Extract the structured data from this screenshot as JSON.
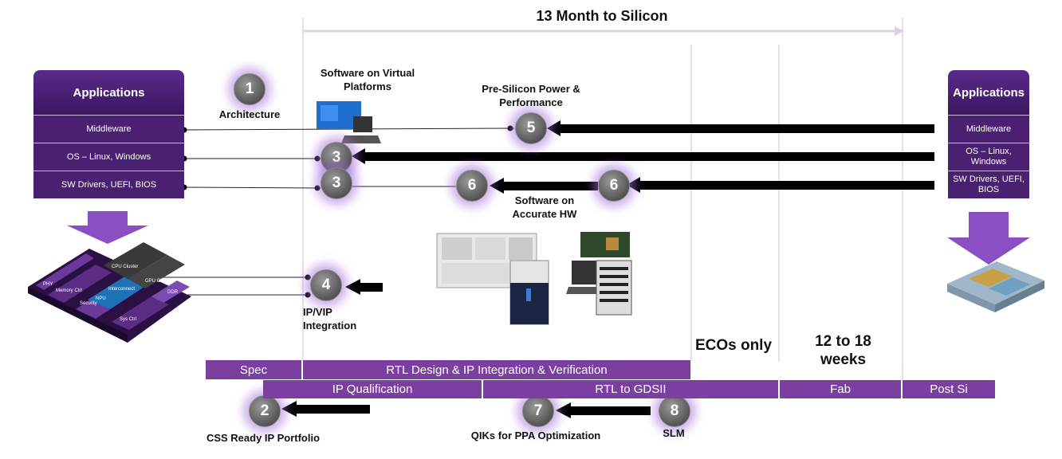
{
  "timeline": {
    "title": "13 Month to Silicon"
  },
  "left_stack": {
    "header": "Applications",
    "rows": [
      "Middleware",
      "OS – Linux, Windows",
      "SW Drivers, UEFI, BIOS"
    ]
  },
  "right_stack": {
    "header": "Applications",
    "rows": [
      "Middleware",
      "OS – Linux, Windows",
      "SW Drivers, UEFI, BIOS"
    ]
  },
  "steps": {
    "architecture": {
      "number": "1",
      "label": "Architecture"
    },
    "css_ip": {
      "number": "2",
      "label": "CSS Ready IP Portfolio"
    },
    "os_link": {
      "number": "3"
    },
    "drivers_link": {
      "number": "3"
    },
    "ip_vip": {
      "number": "4",
      "label": "IP/VIP Integration"
    },
    "presilicon": {
      "number": "5",
      "label": "Pre-Silicon Power & Performance"
    },
    "accurate_hw_left": {
      "number": "6"
    },
    "accurate_hw_right": {
      "number": "6"
    },
    "qiks": {
      "number": "7",
      "label": "QIKs for PPA Optimization"
    },
    "slm": {
      "number": "8",
      "label": "SLM"
    }
  },
  "labels": {
    "sw_virtual": "Software on Virtual Platforms",
    "sw_accurate": "Software on Accurate HW",
    "ecos": "ECOs only",
    "fab_weeks": "12 to 18 weeks"
  },
  "phases_row1": [
    "Spec",
    "RTL Design & IP Integration & Verification"
  ],
  "phases_row2": [
    "IP Qualification",
    "RTL to GDSII",
    "Fab",
    "Post Si"
  ],
  "chip_labels": [
    "CPU Cluster",
    "GPU Cluster",
    "Interconnect",
    "Memory Ctrl",
    "Security",
    "PHY",
    "NPU",
    "DDR",
    "Sys Ctrl"
  ],
  "colors": {
    "purple_dark": "#3b1760",
    "purple_phase": "#7b3fa0",
    "purple_arrow": "#8a4fc2",
    "arrow_black": "#000000"
  }
}
